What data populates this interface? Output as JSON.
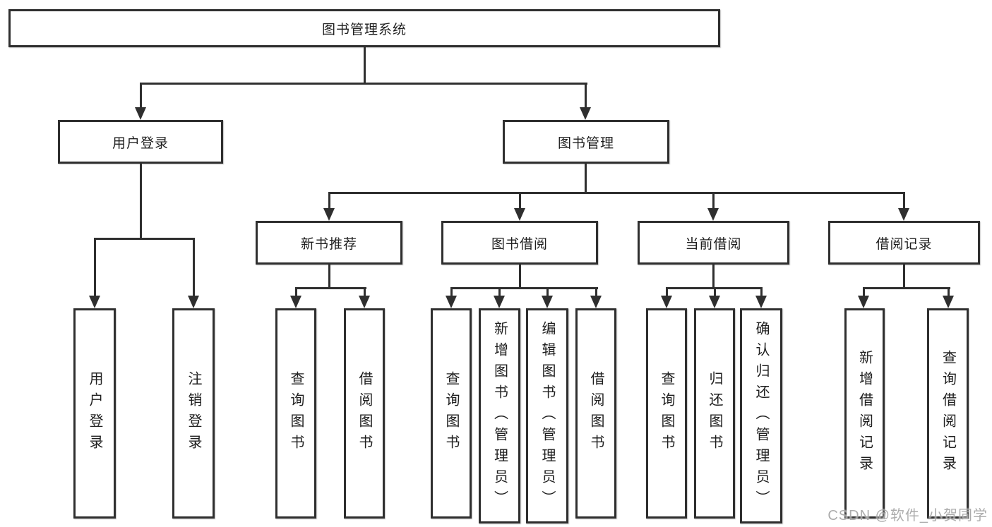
{
  "tree": {
    "root": {
      "label": "图书管理系统"
    },
    "branches": [
      {
        "label": "用户登录",
        "children": [
          {
            "label": "用户登录"
          },
          {
            "label": "注销登录"
          }
        ]
      },
      {
        "label": "图书管理",
        "groups": [
          {
            "label": "新书推荐",
            "children": [
              {
                "label": "查询图书"
              },
              {
                "label": "借阅图书"
              }
            ]
          },
          {
            "label": "图书借阅",
            "children": [
              {
                "label": "查询图书"
              },
              {
                "label": "新增图书（管理员）"
              },
              {
                "label": "编辑图书（管理员）"
              },
              {
                "label": "借阅图书"
              }
            ]
          },
          {
            "label": "当前借阅",
            "children": [
              {
                "label": "查询图书"
              },
              {
                "label": "归还图书"
              },
              {
                "label": "确认归还（管理员）"
              }
            ]
          },
          {
            "label": "借阅记录",
            "children": [
              {
                "label": "新增借阅记录"
              },
              {
                "label": "查询借阅记录"
              }
            ]
          }
        ]
      }
    ]
  },
  "watermark": "CSDN @软件_小贺同学",
  "colors": {
    "line": "#2f2f2f",
    "text": "#1f1f1f",
    "watermark": "#a6a6a6",
    "background": "#ffffff"
  }
}
